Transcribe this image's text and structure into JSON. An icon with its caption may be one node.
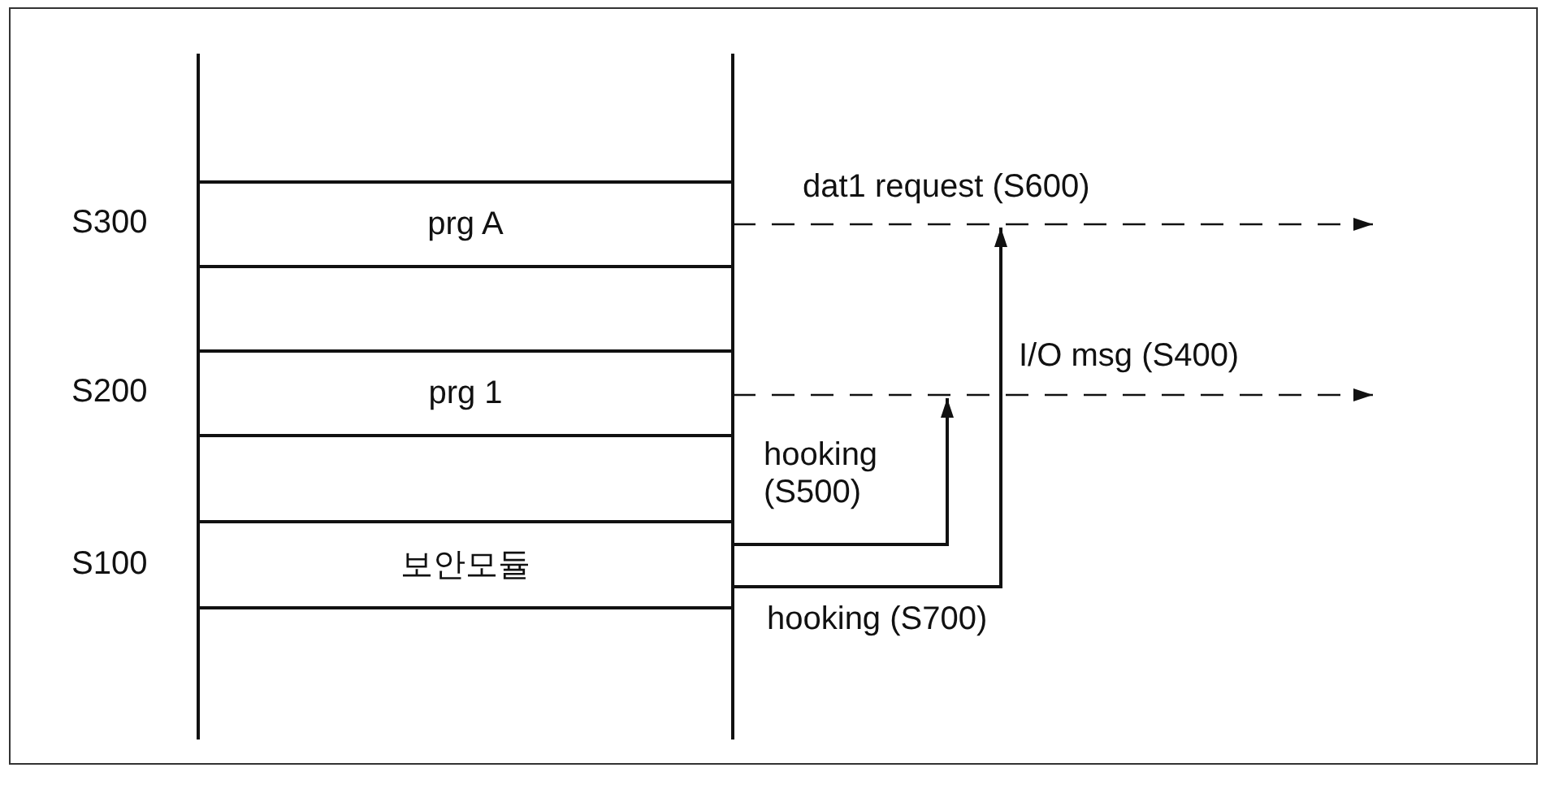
{
  "diagram": {
    "nodes": [
      {
        "text": [
          "prg A"
        ],
        "beside": [
          "S300"
        ]
      },
      {
        "text": [
          "prg 1"
        ],
        "beside": [
          "S200"
        ]
      },
      {
        "text": [
          "보안모듈"
        ],
        "beside": [
          "S100"
        ]
      }
    ],
    "edges": [
      {
        "from": 0,
        "to": null,
        "arrow": "to",
        "style": "dashed",
        "label": "dat1 request (S600)"
      },
      {
        "from": 1,
        "to": null,
        "arrow": "to",
        "style": "dashed",
        "label": "I/O msg (S400)"
      },
      {
        "from": 2,
        "to": null,
        "arrow": "to",
        "label": "hooking (S500)"
      },
      {
        "from": 2,
        "to": null,
        "arrow": "to",
        "label": "hooking (S700)"
      }
    ]
  }
}
